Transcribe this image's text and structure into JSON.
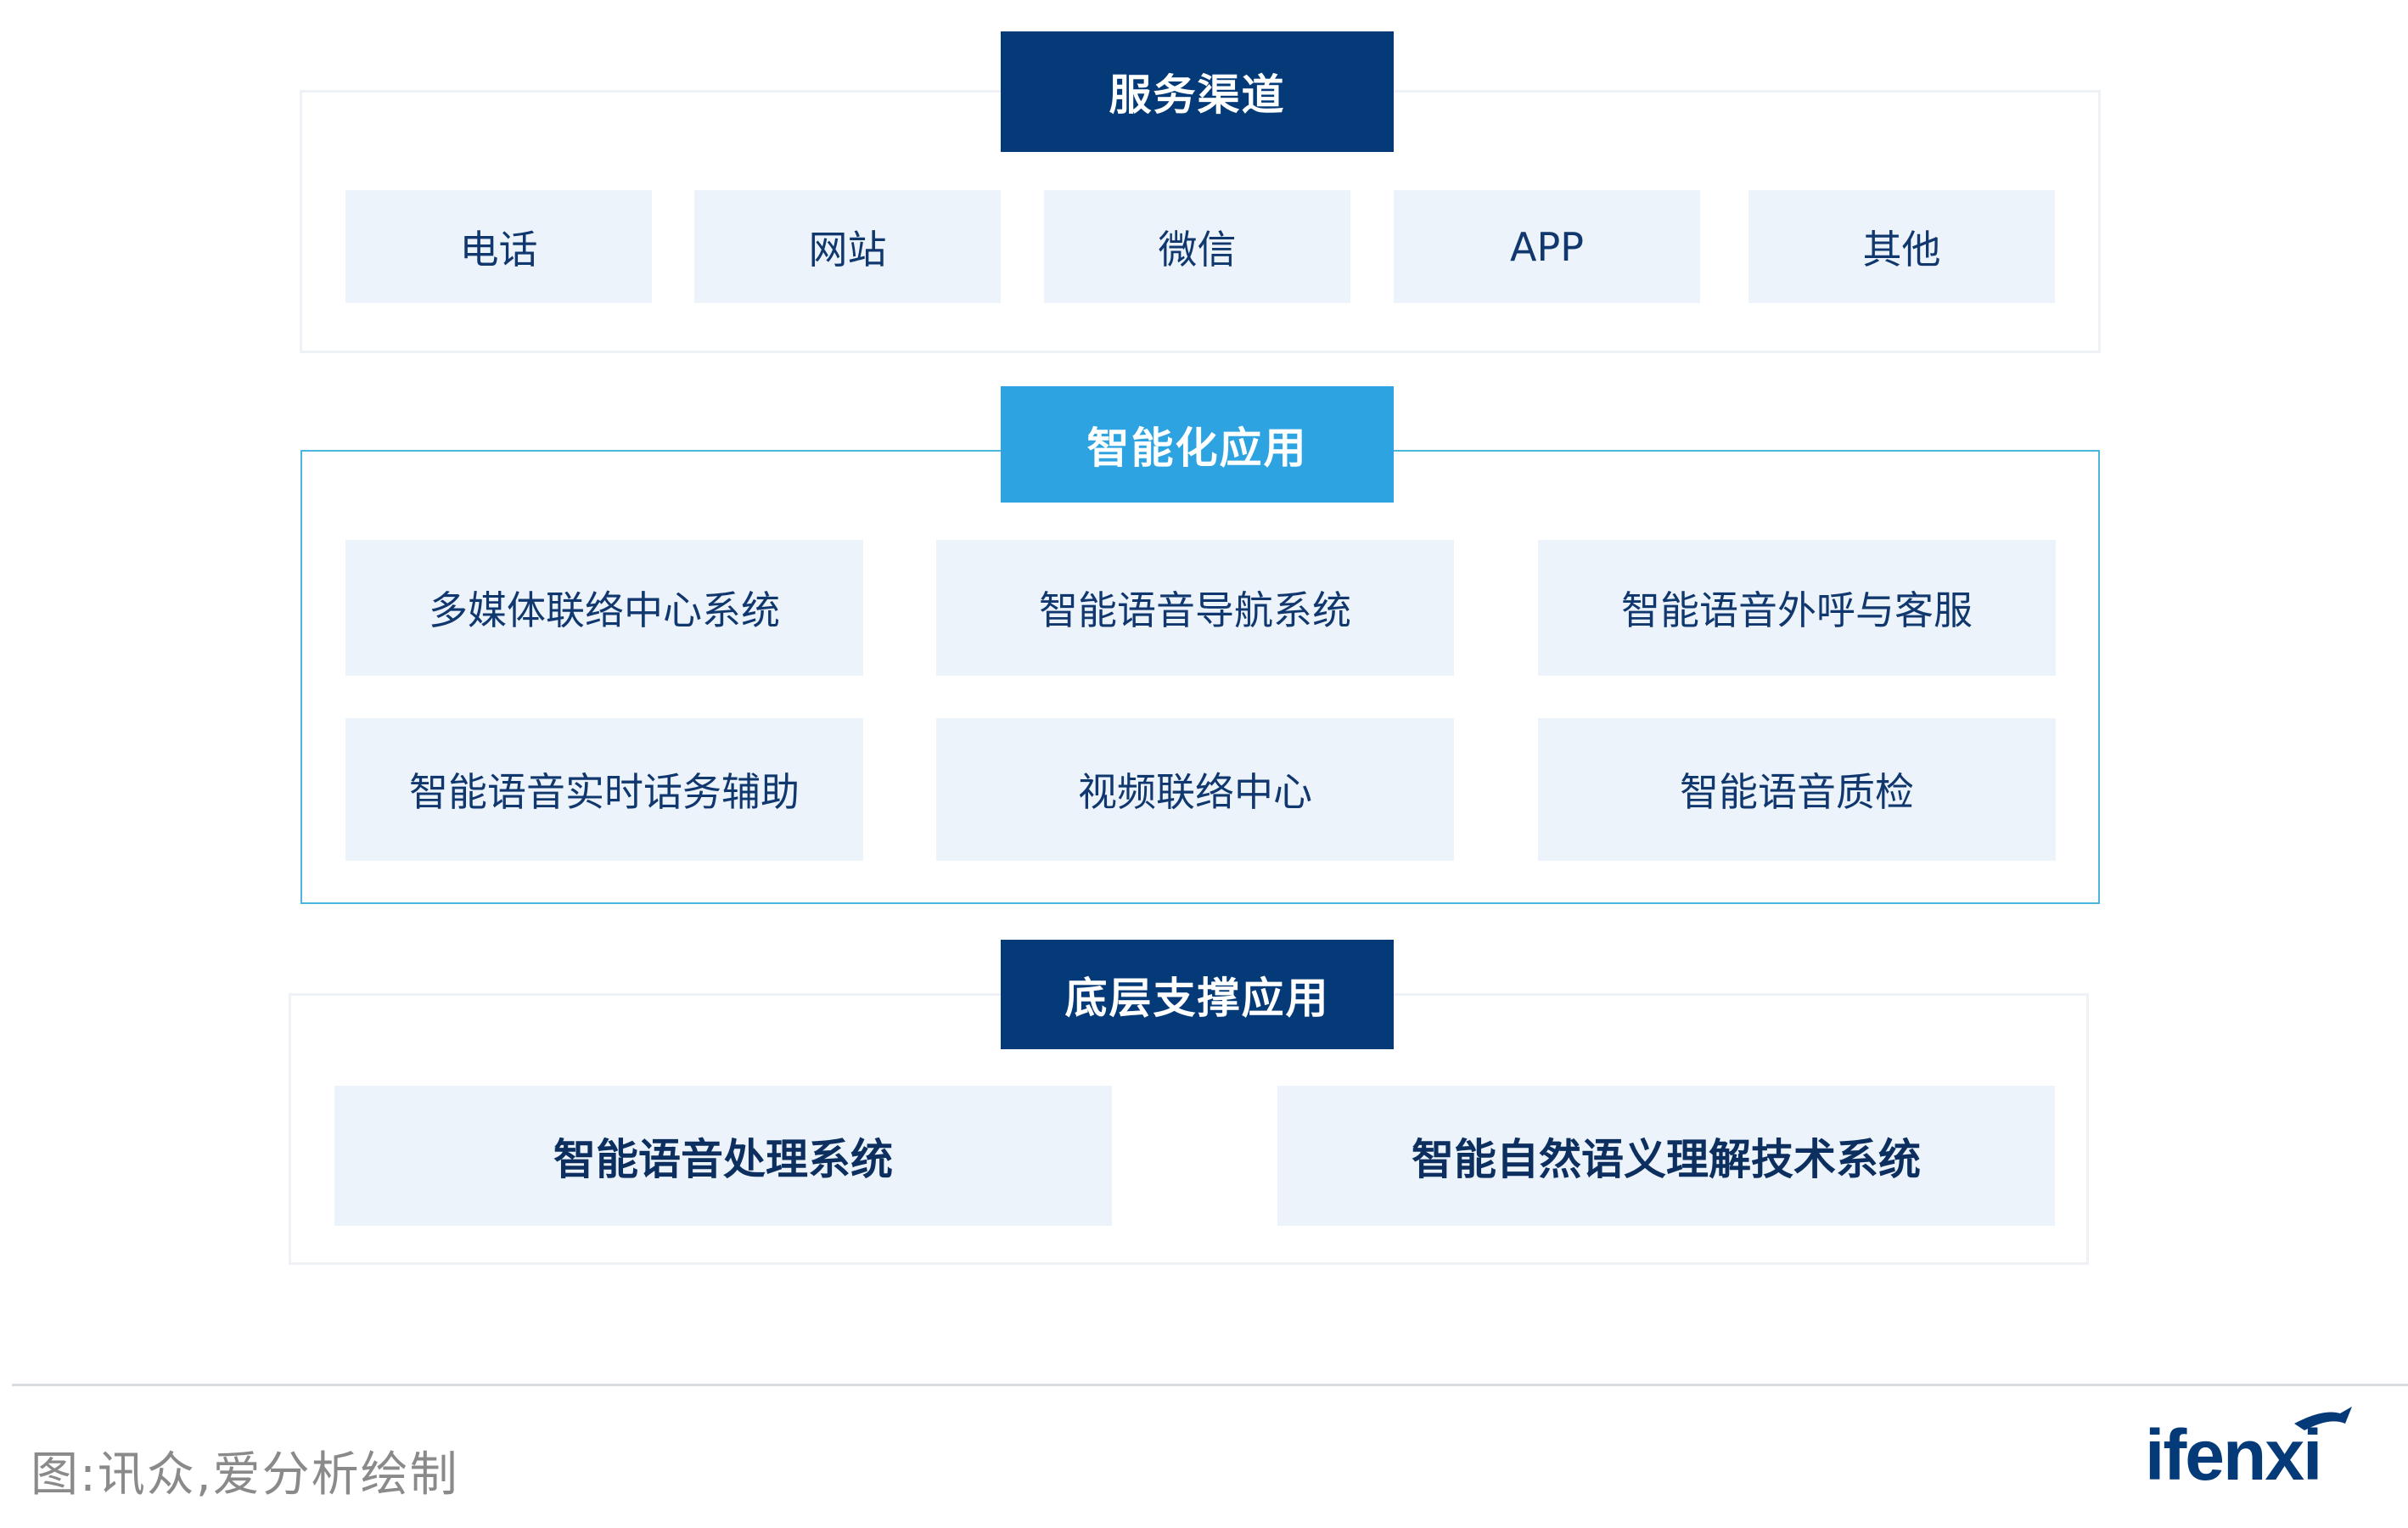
{
  "sections": [
    {
      "title": "服务渠道",
      "items": [
        "电话",
        "网站",
        "微信",
        "APP",
        "其他"
      ]
    },
    {
      "title": "智能化应用",
      "items": [
        "多媒体联络中心系统",
        "智能语音导航系统",
        "智能语音外呼与客服",
        "智能语音实时话务辅助",
        "视频联络中心",
        "智能语音质检"
      ]
    },
    {
      "title": "底层支撑应用",
      "items": [
        "智能语音处理系统",
        "智能自然语义理解技术系统"
      ]
    }
  ],
  "footer": {
    "source": "图:讯众,爱分析绘制",
    "logo_text": "ifenxi"
  },
  "colors": {
    "header_dark": "#053a79",
    "header_light": "#2da3e2",
    "box_fill": "#edf3fb",
    "accent_border": "#4ab6dd",
    "text_dark": "#11386e"
  }
}
